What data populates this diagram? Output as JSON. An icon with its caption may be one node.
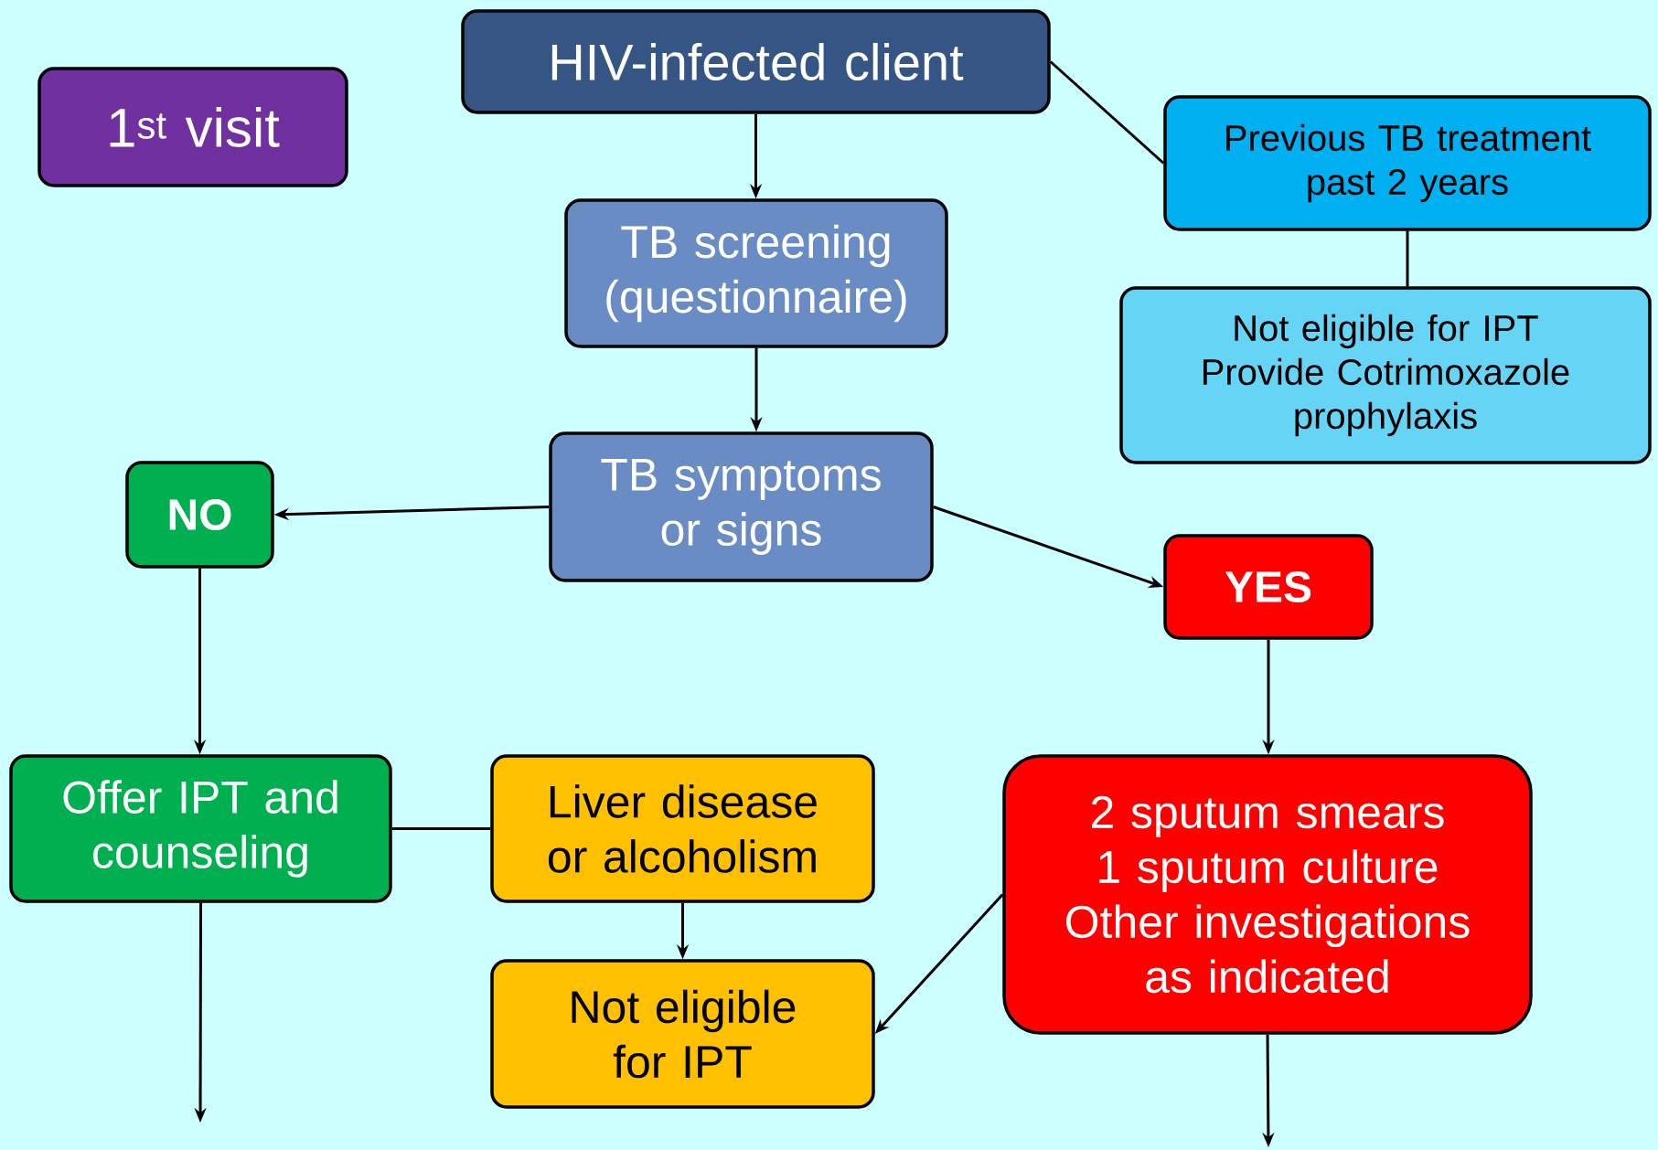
{
  "diagram": {
    "nodes": [
      {
        "text": [
          "1$^{st}$ visit"
        ]
      },
      {
        "text": [
          "HIV-infected client"
        ]
      },
      {
        "text": [
          "TB screening (questionnaire)"
        ]
      },
      {
        "text": [
          "Previous TB treatment past 2 years"
        ]
      },
      {
        "text": [
          "Not eligible for IPT",
          "Provide Cotrimoxazole prophylaxis"
        ]
      },
      {
        "text": [
          "TB symptoms or signs"
        ]
      },
      {
        "text": [
          "NO"
        ]
      },
      {
        "text": [
          "YES"
        ]
      },
      {
        "text": [
          "Offer IPT and counseling"
        ]
      },
      {
        "text": [
          "Liver disease or alcoholism"
        ]
      },
      {
        "text": [
          "2 sputum smears",
          "1 sputum culture",
          "Other investigations as indicated"
        ]
      },
      {
        "text": [
          "Not eligible for IPT"
        ]
      }
    ],
    "edges": [
      {
        "from": 1,
        "to": 2,
        "arrow": "to"
      },
      {
        "from": 1,
        "to": 3,
        "arrow": "none"
      },
      {
        "from": 3,
        "to": 4,
        "arrow": "none"
      },
      {
        "from": 2,
        "to": 5,
        "arrow": "to"
      },
      {
        "from": 5,
        "to": 6,
        "arrow": "to"
      },
      {
        "from": 5,
        "to": 7,
        "arrow": "to"
      },
      {
        "from": 6,
        "to": 8,
        "arrow": "to"
      },
      {
        "from": 7,
        "to": 10,
        "arrow": "to"
      },
      {
        "from": 8,
        "to": 9,
        "arrow": "none"
      },
      {
        "from": 9,
        "to": 11,
        "arrow": "to"
      },
      {
        "from": 10,
        "to": 11,
        "arrow": "to"
      },
      {
        "from": 8,
        "to": null,
        "arrow": "to"
      },
      {
        "from": 10,
        "to": null,
        "arrow": "to"
      }
    ]
  }
}
